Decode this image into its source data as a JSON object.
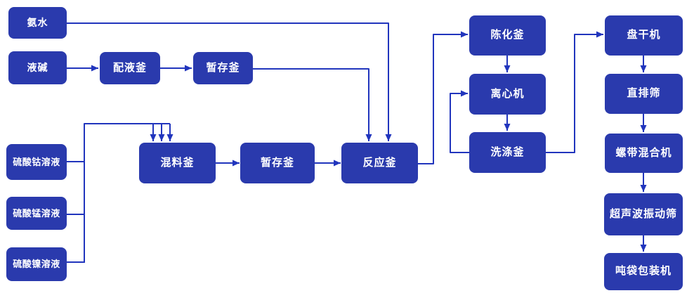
{
  "diagram": {
    "colors": {
      "background": "#ffffff",
      "node_fill": "#2a3aad",
      "line_color": "#2135bd",
      "text_color": "#ffffff"
    },
    "nodes": {
      "ammonia": {
        "label": "氨水"
      },
      "liquid_caustic": {
        "label": "液碱"
      },
      "dispensing_kettle": {
        "label": "配液釜"
      },
      "buffer_kettle_1": {
        "label": "暂存釜"
      },
      "cobalt_sulfate": {
        "label": "硫酸钴溶液"
      },
      "manganese_sulfate": {
        "label": "硫酸锰溶液"
      },
      "nickel_sulfate": {
        "label": "硫酸镍溶液"
      },
      "mixing_kettle": {
        "label": "混料釜"
      },
      "buffer_kettle_2": {
        "label": "暂存釜"
      },
      "reaction_kettle": {
        "label": "反应釜"
      },
      "aging_kettle": {
        "label": "陈化釜"
      },
      "centrifuge": {
        "label": "离心机"
      },
      "washing_kettle": {
        "label": "洗涤釜"
      },
      "disc_dryer": {
        "label": "盘干机"
      },
      "direct_discharge_sieve": {
        "label": "直排筛"
      },
      "ribbon_mixer": {
        "label": "螺带混合机"
      },
      "ultrasonic_vibrating_sieve": {
        "label": "超声波振动筛"
      },
      "ton_bag_packer": {
        "label": "吨袋包装机"
      }
    },
    "edges": [
      {
        "from": "liquid_caustic",
        "to": "dispensing_kettle"
      },
      {
        "from": "dispensing_kettle",
        "to": "buffer_kettle_1"
      },
      {
        "from": "buffer_kettle_1",
        "to": "reaction_kettle"
      },
      {
        "from": "ammonia",
        "to": "reaction_kettle"
      },
      {
        "from": "cobalt_sulfate",
        "to": "mixing_kettle"
      },
      {
        "from": "manganese_sulfate",
        "to": "mixing_kettle"
      },
      {
        "from": "nickel_sulfate",
        "to": "mixing_kettle"
      },
      {
        "from": "mixing_kettle",
        "to": "buffer_kettle_2"
      },
      {
        "from": "buffer_kettle_2",
        "to": "reaction_kettle"
      },
      {
        "from": "reaction_kettle",
        "to": "aging_kettle"
      },
      {
        "from": "aging_kettle",
        "to": "centrifuge"
      },
      {
        "from": "centrifuge",
        "to": "washing_kettle"
      },
      {
        "from": "washing_kettle",
        "to": "centrifuge"
      },
      {
        "from": "washing_kettle",
        "to": "disc_dryer"
      },
      {
        "from": "disc_dryer",
        "to": "direct_discharge_sieve"
      },
      {
        "from": "direct_discharge_sieve",
        "to": "ribbon_mixer"
      },
      {
        "from": "ribbon_mixer",
        "to": "ultrasonic_vibrating_sieve"
      },
      {
        "from": "ultrasonic_vibrating_sieve",
        "to": "ton_bag_packer"
      }
    ]
  }
}
